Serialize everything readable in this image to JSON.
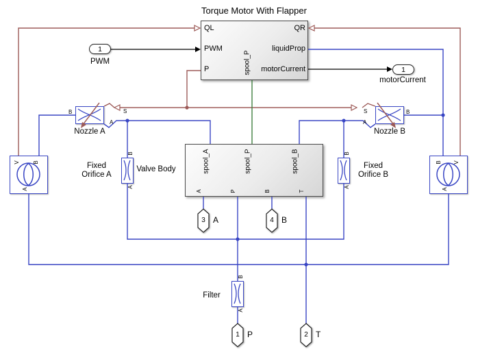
{
  "diagram": {
    "title": "Torque Motor With Flapper"
  },
  "colors": {
    "hydraulic_line": "#3845c4",
    "physical_signal_line": "#9d5b58",
    "spool_line": "#417f41",
    "signal_line": "#000000"
  },
  "torque_motor": {
    "title": "Torque Motor With Flapper",
    "ql": "QL",
    "pwm": "PWM",
    "p": "P",
    "qr": "QR",
    "liquid_prop": "liquidProp",
    "motor_current": "motorCurrent",
    "spool_p": "spool_P"
  },
  "inport": {
    "number": "1",
    "label": "PWM"
  },
  "outport": {
    "number": "1",
    "label": "motorCurrent"
  },
  "nozzle_a": {
    "label": "Nozzle A",
    "b": "B",
    "s": "S",
    "a": "A"
  },
  "nozzle_b": {
    "label": "Nozzle B",
    "b": "B",
    "s": "S",
    "a": "A"
  },
  "fixed_orifice_a": {
    "line1": "Fixed",
    "line2": "Orifice A",
    "b": "B",
    "a": "A"
  },
  "fixed_orifice_b": {
    "line1": "Fixed",
    "line2": "Orifice B",
    "b": "B",
    "a": "A"
  },
  "valve_body": {
    "label": "Valve Body",
    "spool_a": "spool_A",
    "spool_p": "spool_P",
    "spool_b": "spool_B",
    "a": "A",
    "p": "P",
    "b": "B",
    "t": "T"
  },
  "filter": {
    "label": "Filter",
    "b": "B",
    "a": "A"
  },
  "sensor_left": {
    "v": "V",
    "b": "B",
    "a": "A"
  },
  "sensor_right": {
    "v": "V",
    "b": "B",
    "a": "A"
  },
  "conn_port_a": {
    "number": "3",
    "label": "A"
  },
  "conn_port_b": {
    "number": "4",
    "label": "B"
  },
  "conn_port_p": {
    "number": "1",
    "label": "P"
  },
  "conn_port_t": {
    "number": "2",
    "label": "T"
  }
}
